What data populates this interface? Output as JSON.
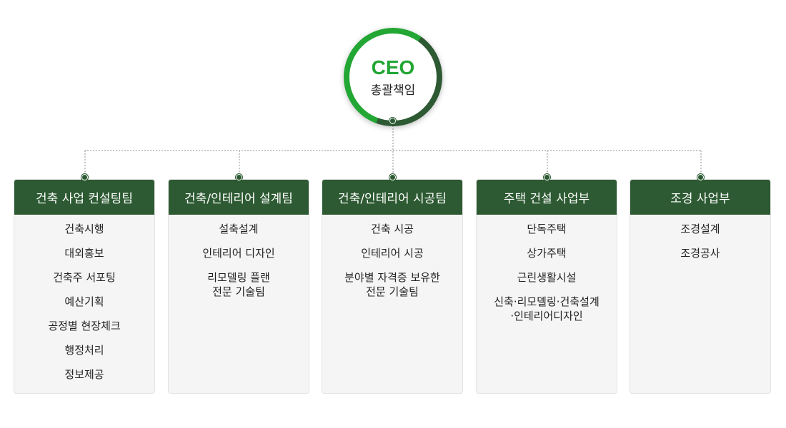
{
  "ceo": {
    "title": "CEO",
    "subtitle": "총괄책임"
  },
  "colors": {
    "bright_green": "#22a634",
    "dark_green": "#2d5a32"
  },
  "departments": [
    {
      "name": "건축 사업 컨설팅팀",
      "items": [
        "건축시행",
        "대외홍보",
        "건축주 서포팅",
        "예산기획",
        "공정별 현장체크",
        "행정처리",
        "정보제공"
      ]
    },
    {
      "name": "건축/인테리어 설계팀",
      "items": [
        "설축설계",
        "인테리어 디자인",
        "리모델링 플랜\n전문 기술팀"
      ]
    },
    {
      "name": "건축/인테리어 시공팀",
      "items": [
        "건축 시공",
        "인테리어 시공",
        "분야별 자격증 보유한\n전문 기술팀"
      ]
    },
    {
      "name": "주택 건설 사업부",
      "items": [
        "단독주택",
        "상가주택",
        "근린생활시설",
        "신축·리모델링·건축설계\n·인테리어디자인"
      ]
    },
    {
      "name": "조경 사업부",
      "items": [
        "조경설계",
        "조경공사"
      ]
    }
  ]
}
